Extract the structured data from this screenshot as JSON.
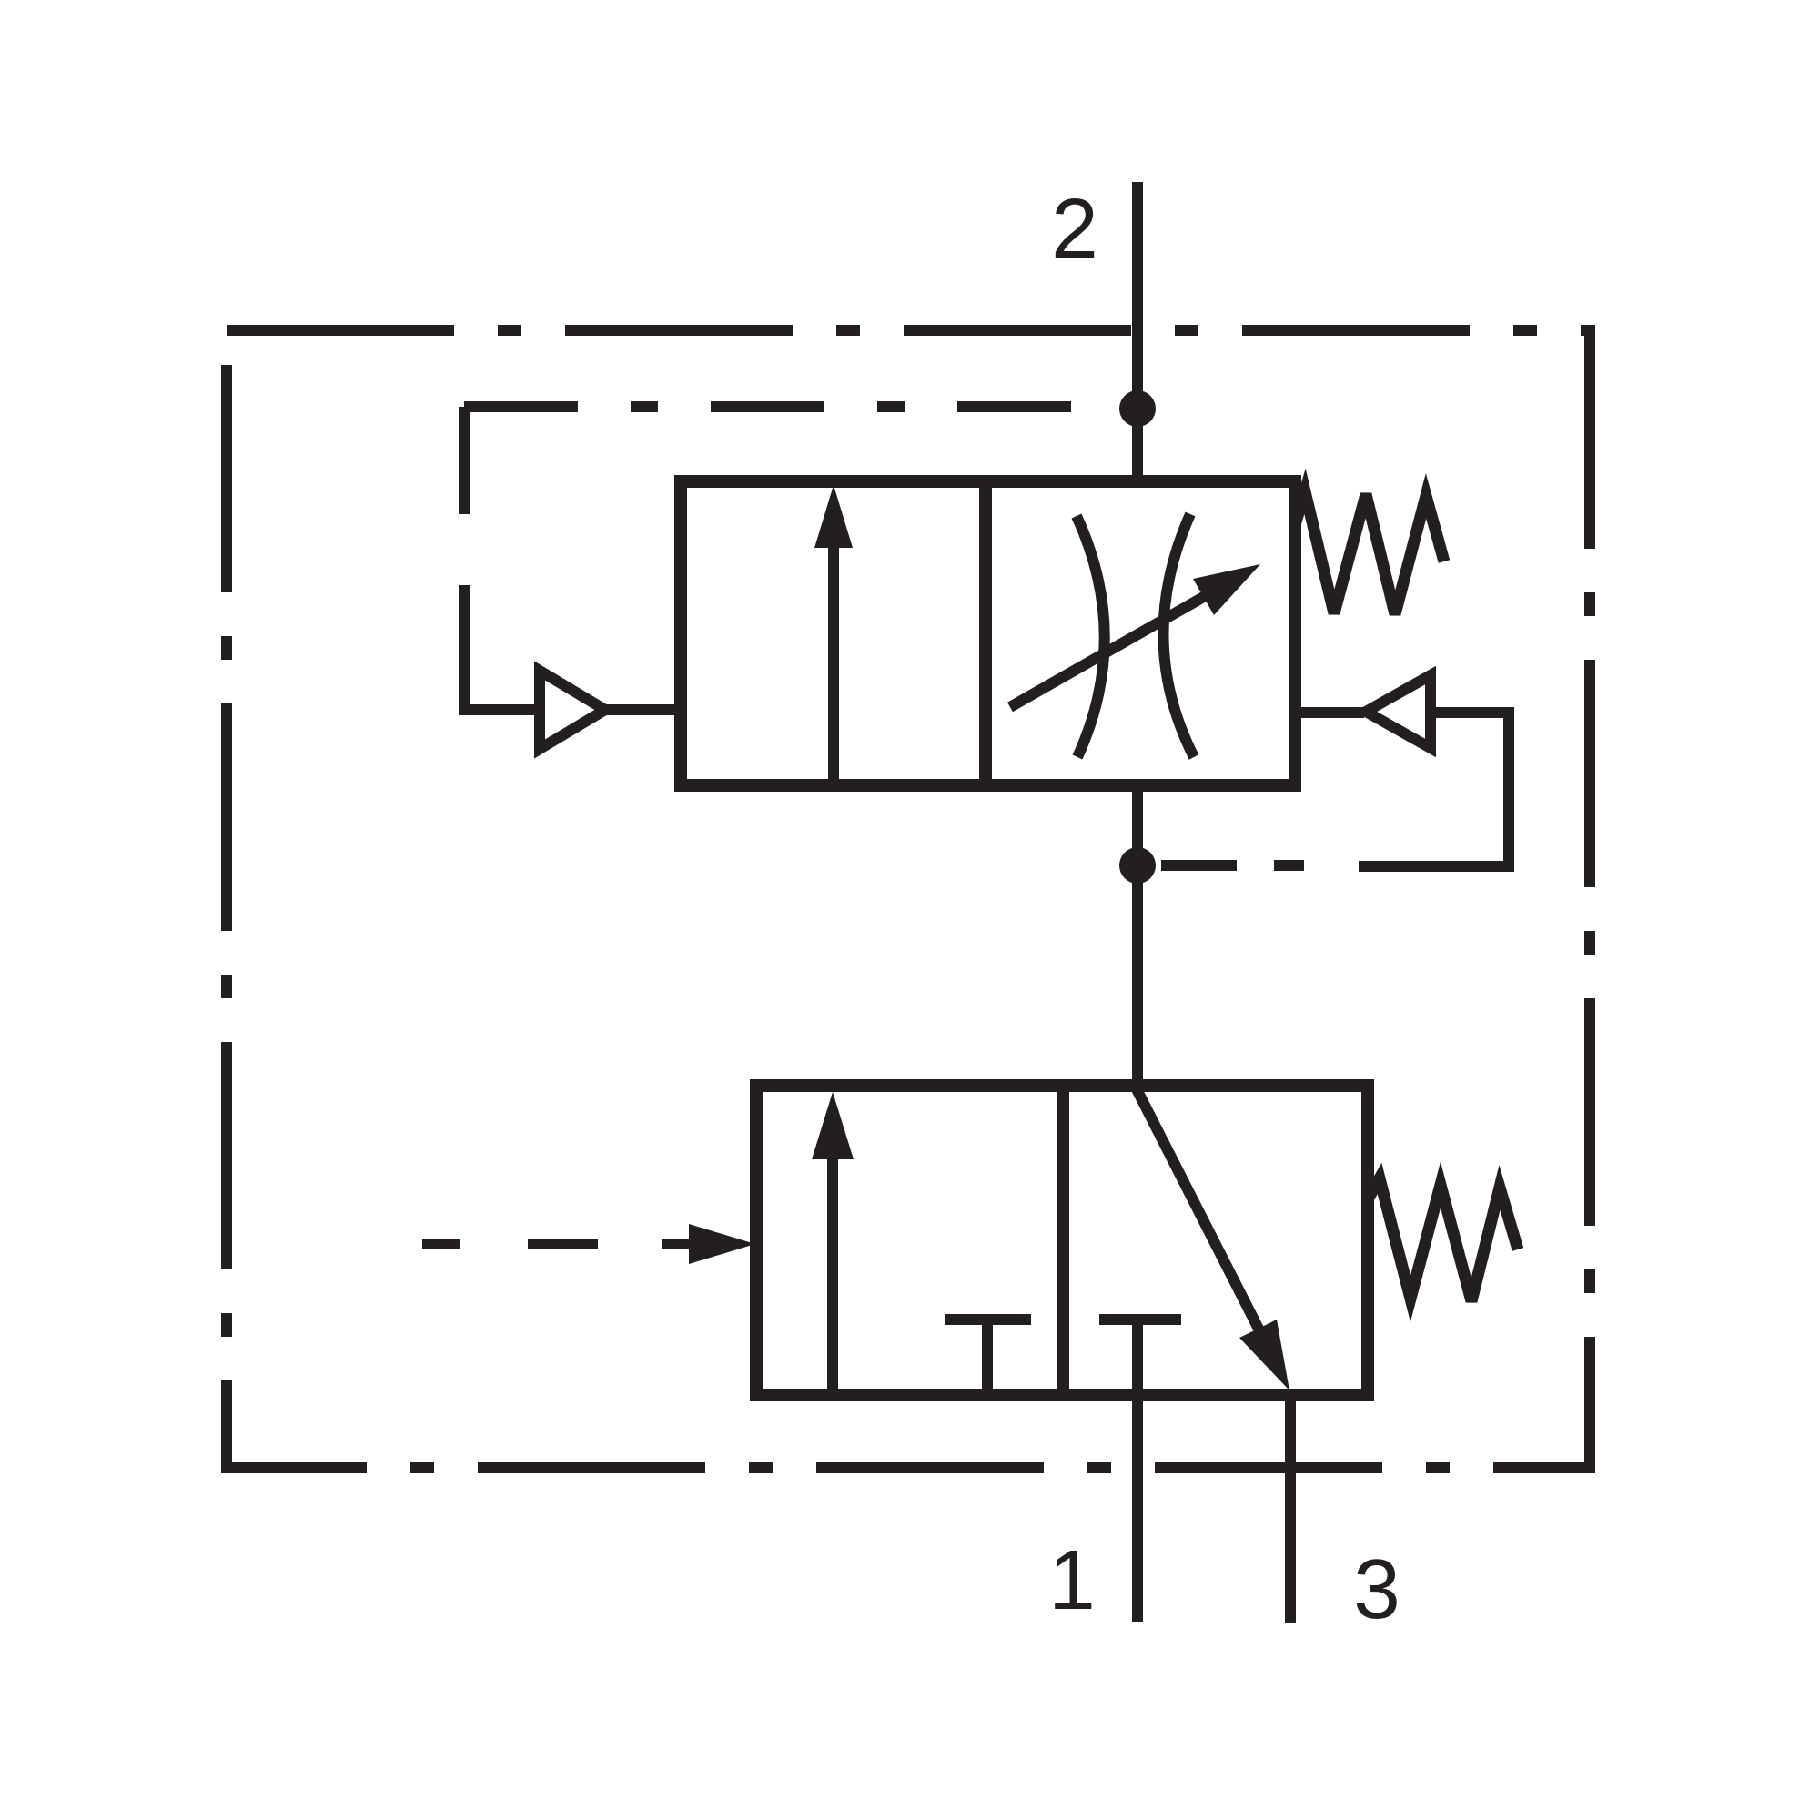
{
  "theme": {
    "ink": "#231f20",
    "background": "#ffffff"
  },
  "diagram": {
    "kind": "pneumatic-valve-circuit-schematic",
    "ports": {
      "port1": {
        "label": "1"
      },
      "port2": {
        "label": "2"
      },
      "port3": {
        "label": "3"
      }
    },
    "components": {
      "boundary": "enclosure-dash-dot-border",
      "upper_valve": "flow-control-valve-2-2",
      "upper_valve_cells": [
        "free-flow-arrow-cell",
        "variable-restrictor-cell"
      ],
      "lower_valve": "pilot-operated-valve-3-2",
      "lower_valve_cells": [
        "free-flow-arrow-cell",
        "diagonal-exhaust-cell-with-blocked-ports"
      ],
      "springs": 2,
      "pilot_check_triangles": 2,
      "junction_dots": 2,
      "pilot_line": "dashed-pilot-signal-with-arrow"
    }
  }
}
